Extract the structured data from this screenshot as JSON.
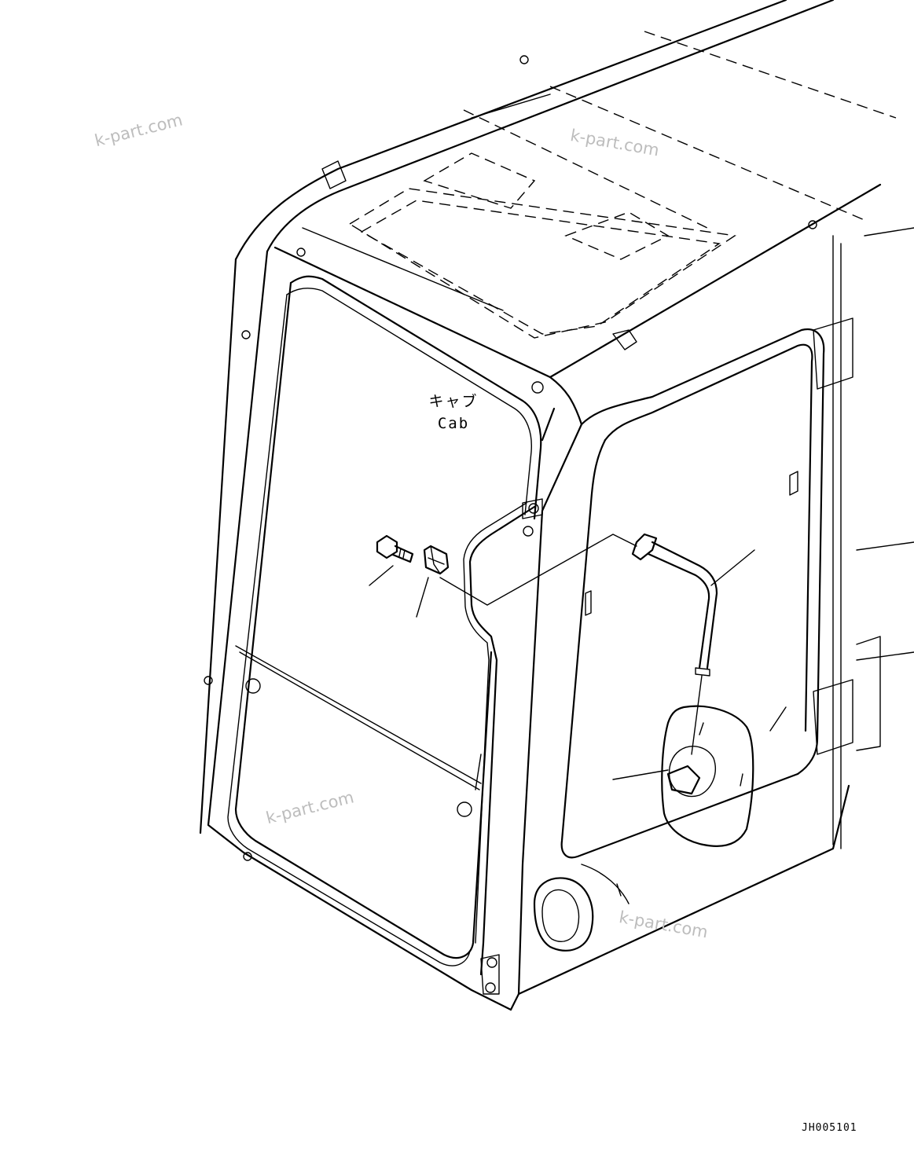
{
  "labels": {
    "cab_jp": "キャブ",
    "cab_en": "Cab"
  },
  "watermarks": [
    "k-part.com",
    "k-part.com",
    "k-part.com",
    "k-part.com"
  ],
  "drawing_code": "JH005101",
  "colors": {
    "line": "#000000",
    "watermark": "#bdbdbd",
    "background": "#ffffff"
  }
}
